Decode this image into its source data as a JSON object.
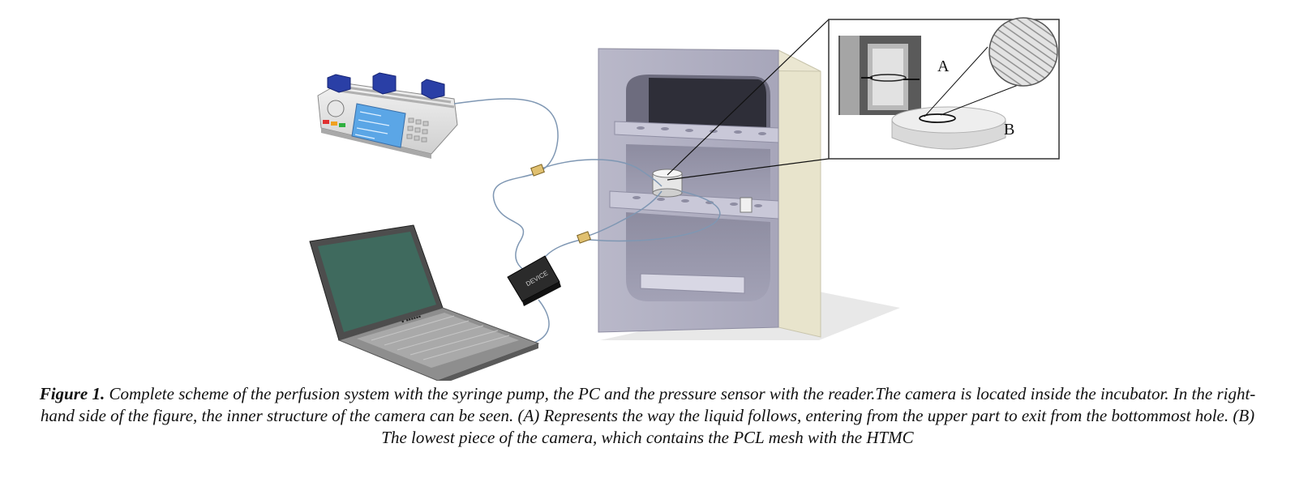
{
  "figure": {
    "inset_label_a": "A",
    "inset_label_b": "B",
    "laptop_keyboard_text": "▪ ▪▪▪▪▪▪",
    "device_label": "DEVICE"
  },
  "caption": {
    "label": "Figure 1.",
    "text": " Complete scheme of the perfusion system with the syringe pump, the PC and the pressure sensor with the reader.The camera is located inside the incubator. In the right-hand side of the figure, the inner structure of the camera can be seen. (A) Represents the way the liquid follows, entering from the upper part to exit from the bottommost hole. (B) The lowest piece of the camera, which contains the PCL mesh with the HTMC"
  }
}
